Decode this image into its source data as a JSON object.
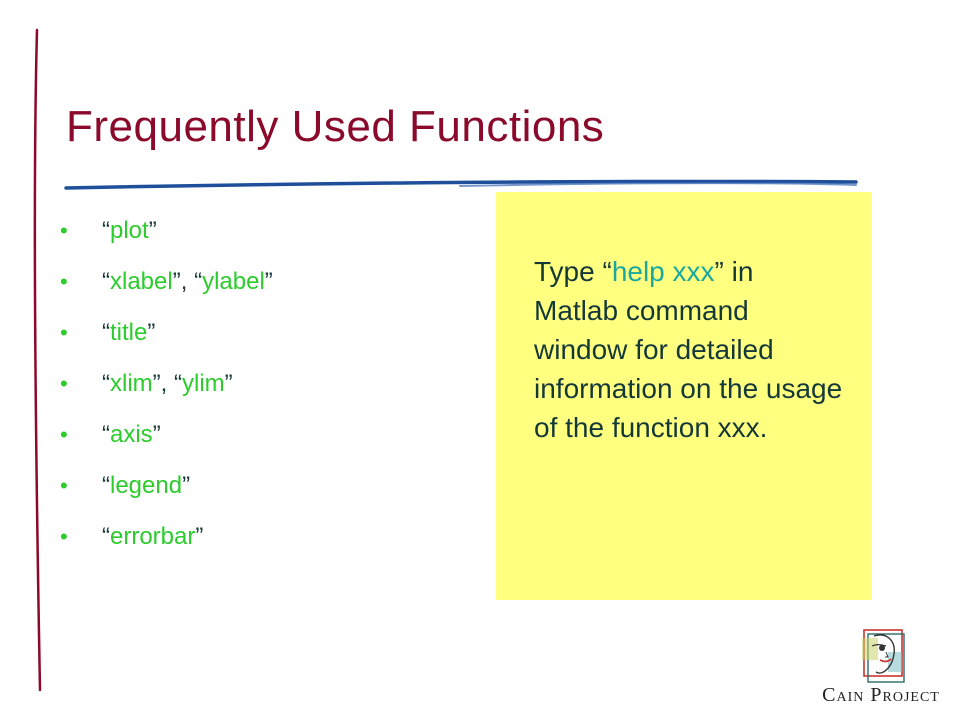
{
  "slide": {
    "title": "Frequently Used Functions",
    "bullets": [
      {
        "parts": [
          {
            "q": "“"
          },
          {
            "t": "plot"
          },
          {
            "q": "”"
          }
        ]
      },
      {
        "parts": [
          {
            "q": "“"
          },
          {
            "t": "xlabel"
          },
          {
            "q": "”"
          },
          {
            "p": ", "
          },
          {
            "q": "“"
          },
          {
            "t": "ylabel"
          },
          {
            "q": "”"
          }
        ]
      },
      {
        "parts": [
          {
            "q": "“"
          },
          {
            "t": "title"
          },
          {
            "q": "”"
          }
        ]
      },
      {
        "parts": [
          {
            "q": "“"
          },
          {
            "t": "xlim"
          },
          {
            "q": "”"
          },
          {
            "p": ", "
          },
          {
            "q": "“"
          },
          {
            "t": "ylim"
          },
          {
            "q": "”"
          }
        ]
      },
      {
        "parts": [
          {
            "q": "“"
          },
          {
            "t": "axis"
          },
          {
            "q": "”"
          }
        ]
      },
      {
        "parts": [
          {
            "q": "“"
          },
          {
            "t": "legend"
          },
          {
            "q": "”"
          }
        ]
      },
      {
        "parts": [
          {
            "q": "“"
          },
          {
            "t": "errorbar"
          },
          {
            "q": "”"
          }
        ]
      }
    ],
    "bullet_glyph": "•",
    "note": {
      "before": "Type ",
      "open_quote": "“",
      "highlight": "help xxx",
      "close_quote": "”",
      "after": " in Matlab command window for detailed information on the usage of the function xxx."
    },
    "logo": {
      "text": "Cain Project",
      "icon": "face-sketch-icon"
    }
  },
  "colors": {
    "title": "#8b0a2b",
    "function_names": "#2bcc2b",
    "quotes": "#1a3a3a",
    "note_background": "#ffff80",
    "note_text": "#143838",
    "note_highlight": "#1aa8a0",
    "accent_rule": "#1f4f9a",
    "left_rule": "#8b0a2b"
  }
}
